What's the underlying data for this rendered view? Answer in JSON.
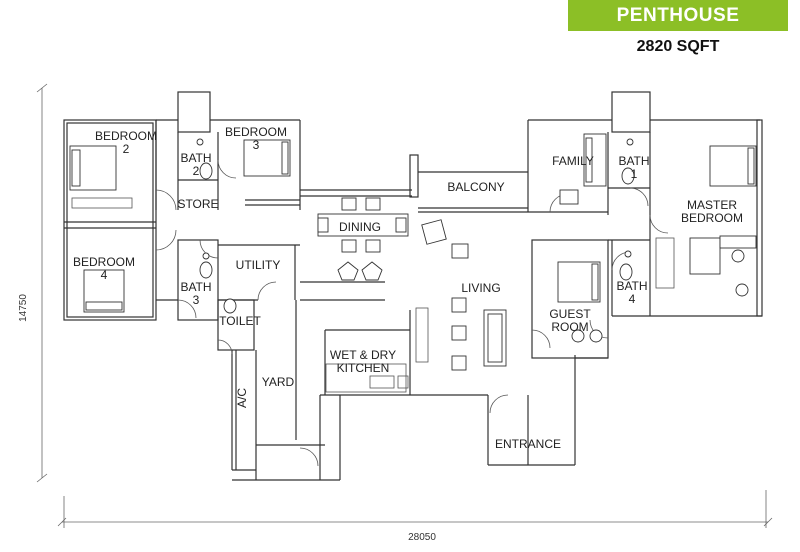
{
  "header": {
    "unit_type": "PENTHOUSE",
    "area": "2820 SQFT",
    "brand_color": "#8cbf26"
  },
  "plan": {
    "rooms": {
      "bedroom2": [
        "BEDROOM",
        "2"
      ],
      "bath2": [
        "BATH",
        "2"
      ],
      "bedroom3": [
        "BEDROOM",
        "3"
      ],
      "store": "STORE",
      "bedroom4": [
        "BEDROOM",
        "4"
      ],
      "bath3": [
        "BATH",
        "3"
      ],
      "utility": "UTILITY",
      "toilet": "TOILET",
      "ac": "A/C",
      "yard": "YARD",
      "dining": "DINING",
      "balcony": "BALCONY",
      "living": "LIVING",
      "kitchen": [
        "WET & DRY",
        "KITCHEN"
      ],
      "entrance": "ENTRANCE",
      "family": "FAMILY",
      "bath1": [
        "BATH",
        "1"
      ],
      "master_bedroom": [
        "MASTER",
        "BEDROOM"
      ],
      "guest_room": [
        "GUEST",
        "ROOM"
      ],
      "bath4": [
        "BATH",
        "4"
      ]
    },
    "dimensions": {
      "width": "28050",
      "height": "14750"
    }
  }
}
